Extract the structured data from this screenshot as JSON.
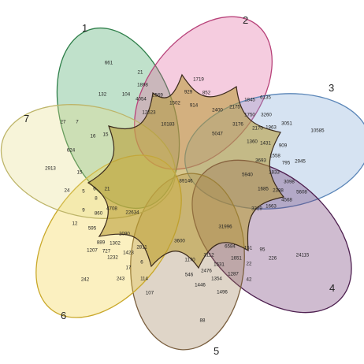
{
  "sets": [
    {
      "id": "1",
      "label": "1",
      "fill": "#3aa35e",
      "stroke": "#2f7f4a"
    },
    {
      "id": "2",
      "label": "2",
      "fill": "#e0609a",
      "stroke": "#b8437a"
    },
    {
      "id": "3",
      "label": "3",
      "fill": "#7ea7d6",
      "stroke": "#5b86b8"
    },
    {
      "id": "4",
      "label": "4",
      "fill": "#6b2f6e",
      "stroke": "#4e2050"
    },
    {
      "id": "5",
      "label": "5",
      "fill": "#9a7b55",
      "stroke": "#7a5f3f"
    },
    {
      "id": "6",
      "label": "6",
      "fill": "#f4d03a",
      "stroke": "#c9a82a"
    },
    {
      "id": "7",
      "label": "7",
      "fill": "#e7de8a",
      "stroke": "#bdb468"
    }
  ],
  "region_values": [
    "661",
    "21",
    "1898",
    "4054",
    "2569",
    "104",
    "132",
    "12523",
    "10183",
    "1719",
    "929",
    "852",
    "1502",
    "914",
    "2400",
    "2175",
    "5047",
    "3176",
    "1845",
    "6135",
    "1750",
    "3260",
    "3051",
    "1963",
    "10585",
    "1360",
    "1431",
    "909",
    "2170",
    "5940",
    "3693",
    "1558",
    "795",
    "2945",
    "1833",
    "3098",
    "5608",
    "1685",
    "2338",
    "4568",
    "1663",
    "3329",
    "31996",
    "24115",
    "6584",
    "151",
    "95",
    "226",
    "1651",
    "22",
    "1531",
    "1287",
    "3112",
    "42",
    "3600",
    "1170",
    "2476",
    "546",
    "1354",
    "1446",
    "1496",
    "88",
    "2811",
    "6",
    "114",
    "107",
    "243",
    "17",
    "1232",
    "1423",
    "2090",
    "1302",
    "727",
    "889",
    "595",
    "1207",
    "12",
    "242",
    "624",
    "15",
    "5",
    "6",
    "21",
    "8",
    "24",
    "9",
    "860",
    "4708",
    "22634",
    "2913",
    "27",
    "7",
    "16",
    "15",
    "89146"
  ]
}
